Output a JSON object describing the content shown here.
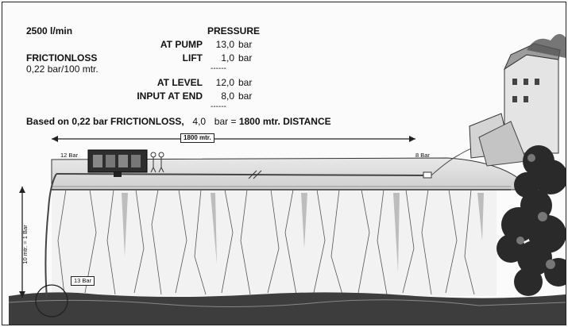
{
  "flow": "2500 l/min",
  "friction_title": "FRICTIONLOSS",
  "friction_value": "0,22 bar/100 mtr.",
  "pressure_header": "PRESSURE",
  "rows": [
    {
      "label": "AT PUMP",
      "value": "13,0",
      "unit": "bar"
    },
    {
      "label": "LIFT",
      "value": "1,0",
      "unit": "bar"
    },
    {
      "label": "AT LEVEL",
      "value": "12,0",
      "unit": "bar"
    },
    {
      "label": "INPUT AT END",
      "value": "8,0",
      "unit": "bar"
    }
  ],
  "separator": "------",
  "summary": {
    "prefix": "Based on 0,22 bar FRICTIONLOSS,",
    "value": "4,0",
    "unit": "bar",
    "equals": "=",
    "result": "1800 mtr. DISTANCE"
  },
  "labels": {
    "distance": "1800 mtr.",
    "pump_top": "12 Bar",
    "end": "8 Bar",
    "bottom": "13 Bar",
    "vertical": "10 mtr. = 1 Bar"
  }
}
